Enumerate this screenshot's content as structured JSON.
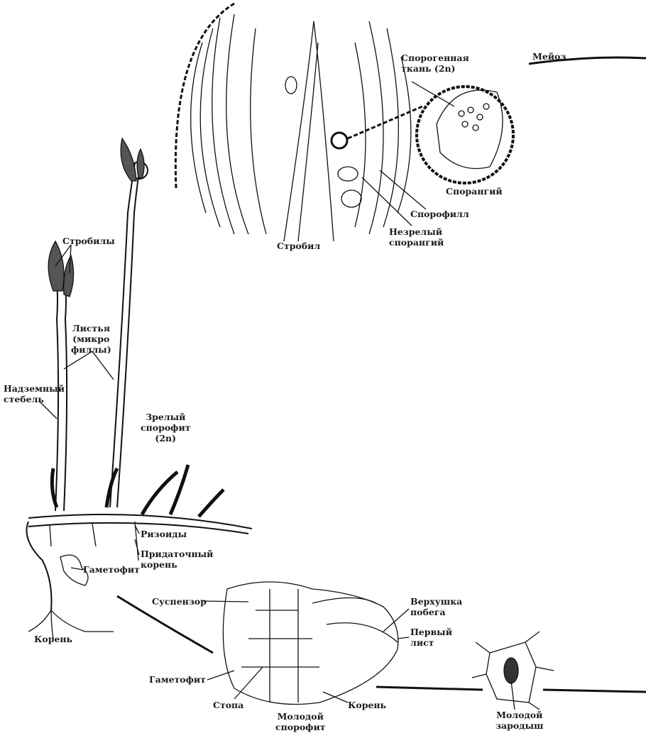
{
  "labels": {
    "meiosis": "Мейоз",
    "sporogenous_tissue": [
      "Спорогенная",
      "ткань (2n)"
    ],
    "sporangium": "Спорангий",
    "sporophyll": "Спорофилл",
    "immature_sporangium": [
      "Незрелый",
      "спорангий"
    ],
    "strobilus": "Стробил",
    "strobili": "Стробилы",
    "leaves": [
      "Листья",
      "(микро",
      "филлы)"
    ],
    "aerial_stem": [
      "Надземный",
      "стебель"
    ],
    "mature_sporophyte": [
      "Зрелый",
      "спорофит",
      "(2n)"
    ],
    "rhizoids": "Ризоиды",
    "adventitious_root": [
      "Придаточный",
      "корень"
    ],
    "gametophyte_top": "Гаметофит",
    "root_left": "Корень",
    "suspensor": "Суспензор",
    "shoot_apex": [
      "Верхушка",
      "побега"
    ],
    "first_leaf": [
      "Первый",
      "лист"
    ],
    "gametophyte_bottom": "Гаметофит",
    "foot": "Стопа",
    "root_bottom": "Корень",
    "young_sporophyte": [
      "Молодой",
      "спорофит"
    ],
    "young_embryo": [
      "Молодой",
      "зародыш"
    ]
  }
}
